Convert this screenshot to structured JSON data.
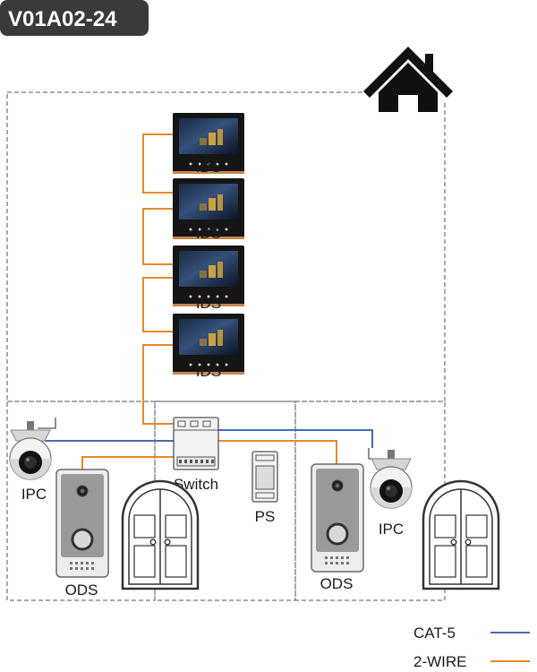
{
  "badge": {
    "code": "V01A02-24"
  },
  "labels": {
    "ids": "IDS",
    "switch": "Switch",
    "ps": "PS",
    "ipc": "IPC",
    "ods": "ODS"
  },
  "legend": [
    {
      "label": "CAT-5",
      "color": "#4a6bb5"
    },
    {
      "label": "2-WIRE",
      "color": "#e8892b"
    }
  ],
  "colors": {
    "cat5": "#4a6bb5",
    "two_wire": "#e8892b",
    "badge_bg": "#3a3a3a",
    "dashed": "#555555"
  },
  "icons": {
    "house": "house-icon",
    "monitor": "monitor-icon",
    "camera": "dome-camera-icon",
    "doorbell": "door-station-icon",
    "door": "double-door-icon",
    "switch": "network-switch-icon",
    "power": "power-supply-icon"
  }
}
